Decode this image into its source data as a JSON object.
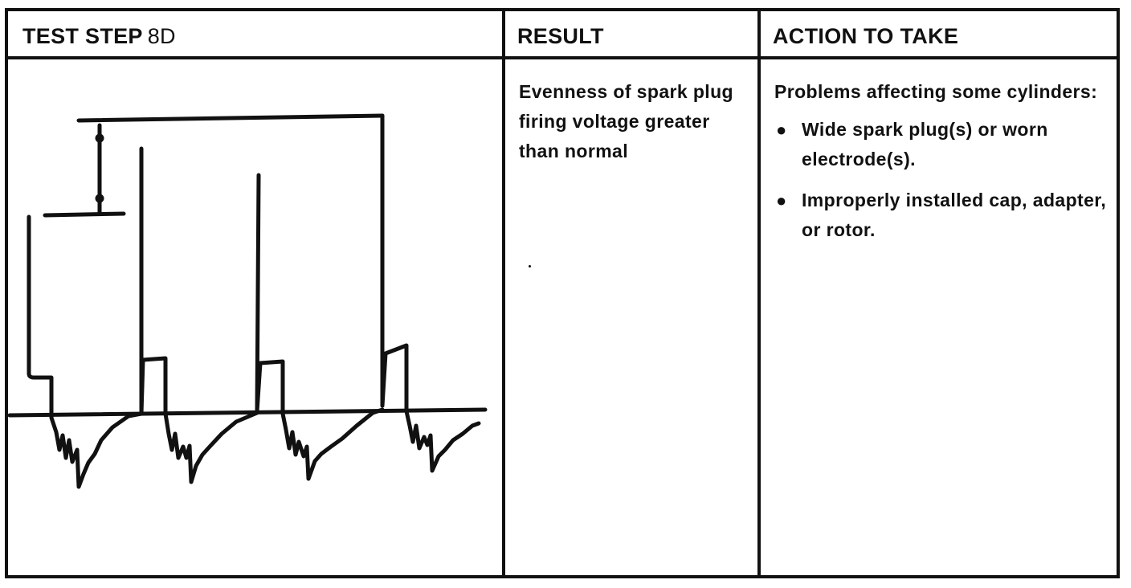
{
  "table": {
    "header": {
      "test_step_label": "TEST STEP",
      "test_step_number": "8D",
      "result_label": "RESULT",
      "action_label": "ACTION TO TAKE"
    },
    "result_text": "Evenness of spark plug firing voltage greater than normal",
    "action": {
      "intro": "Problems affecting some cylinders:",
      "items": [
        "Wide spark plug(s) or worn electrode(s).",
        "Improperly installed cap, adapter, or rotor."
      ]
    }
  },
  "diagram": {
    "name": "ignition-secondary-waveform",
    "description_icon": "oscilloscope-trace",
    "stroke_color": "#111111"
  }
}
